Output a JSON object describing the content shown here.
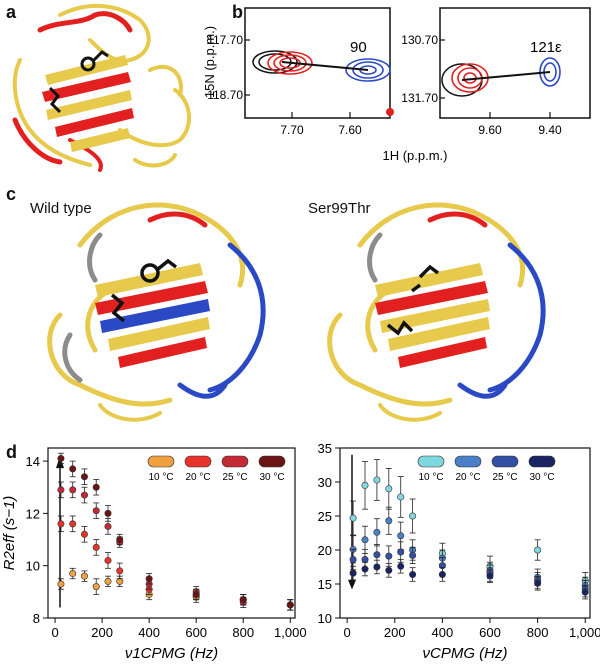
{
  "panels": {
    "a": "a",
    "b": "b",
    "c": "c",
    "d": "d"
  },
  "panel_c": {
    "left_title": "Wild type",
    "right_title": "Ser99Thr"
  },
  "panel_b": {
    "ylabel": "15N (p.p.m.)",
    "xlabel": "1H (p.p.m.)",
    "left": {
      "residue": "90",
      "xticks": [
        "7.70",
        "7.60"
      ],
      "yticks": [
        "117.70",
        "118.70"
      ]
    },
    "right": {
      "residue": "121ε",
      "xticks": [
        "9.60",
        "9.40"
      ],
      "yticks": [
        "130.70",
        "131.70"
      ]
    }
  },
  "colors": {
    "black": "#111111",
    "red": "#e32020",
    "blue": "#2b49c4",
    "gold": "#e7c94c",
    "gray": "#8c8c8c",
    "darkblue": "#2a3a8f"
  },
  "chart_data": [
    {
      "type": "scatter",
      "title": "",
      "xlabel": "ν1CPMG (Hz)",
      "ylabel": "R2eff (s−1)",
      "xlim": [
        -30,
        1020
      ],
      "ylim": [
        8,
        14.5
      ],
      "xticks": [
        0,
        200,
        400,
        600,
        800,
        1000
      ],
      "xticklabels": [
        "0",
        "200",
        "400",
        "600",
        "800",
        "1,000"
      ],
      "yticks": [
        8,
        10,
        12,
        14
      ],
      "legend_position": "top-right",
      "series": [
        {
          "name": "10 °C",
          "color": "#f0a040",
          "x": [
            25,
            75,
            125,
            175,
            225,
            275,
            400,
            600,
            800,
            1000
          ],
          "y": [
            9.3,
            9.7,
            9.6,
            9.2,
            9.4,
            9.4,
            8.9,
            8.8,
            8.7,
            8.5
          ],
          "err": [
            0.2,
            0.2,
            0.2,
            0.3,
            0.2,
            0.2,
            0.2,
            0.2,
            0.2,
            0.2
          ]
        },
        {
          "name": "20 °C",
          "color": "#e8332a",
          "x": [
            25,
            75,
            125,
            175,
            225,
            275,
            400,
            600,
            800,
            1000
          ],
          "y": [
            11.6,
            11.6,
            11.2,
            10.7,
            10.2,
            9.8,
            9.1,
            8.9,
            8.7,
            8.5
          ],
          "err": [
            0.3,
            0.3,
            0.3,
            0.3,
            0.3,
            0.3,
            0.2,
            0.2,
            0.2,
            0.2
          ]
        },
        {
          "name": "25 °C",
          "color": "#c42a36",
          "x": [
            25,
            75,
            125,
            175,
            225,
            275,
            400,
            600,
            800,
            1000
          ],
          "y": [
            12.9,
            12.9,
            12.7,
            12.1,
            11.5,
            10.9,
            9.3,
            9.0,
            8.6,
            8.5
          ],
          "err": [
            0.3,
            0.3,
            0.3,
            0.3,
            0.3,
            0.2,
            0.2,
            0.2,
            0.2,
            0.2
          ]
        },
        {
          "name": "30 °C",
          "color": "#6b1416",
          "x": [
            25,
            75,
            125,
            175,
            225,
            275,
            400,
            600,
            800,
            1000
          ],
          "y": [
            14.1,
            13.7,
            13.4,
            13.0,
            12.0,
            11.0,
            9.5,
            8.9,
            8.7,
            8.5
          ],
          "err": [
            0.2,
            0.3,
            0.3,
            0.3,
            0.3,
            0.2,
            0.2,
            0.2,
            0.2,
            0.2
          ]
        }
      ]
    },
    {
      "type": "scatter",
      "title": "",
      "xlabel": "νCPMG (Hz)",
      "ylabel": "",
      "xlim": [
        -30,
        1020
      ],
      "ylim": [
        10,
        35
      ],
      "xticks": [
        0,
        200,
        400,
        600,
        800,
        1000
      ],
      "xticklabels": [
        "0",
        "200",
        "400",
        "600",
        "800",
        "1,000"
      ],
      "yticks": [
        10,
        15,
        20,
        25,
        30,
        35
      ],
      "legend_position": "top-right",
      "series": [
        {
          "name": "10 °C",
          "color": "#7fd8e0",
          "x": [
            25,
            75,
            125,
            175,
            225,
            275,
            400,
            600,
            800,
            1000
          ],
          "y": [
            24.7,
            29.5,
            30.3,
            29.0,
            27.8,
            25.0,
            19.5,
            17.6,
            20.0,
            15.5
          ],
          "err": [
            2.5,
            3.5,
            3.0,
            3.0,
            3.0,
            2.5,
            1.5,
            1.5,
            1.5,
            1.2
          ]
        },
        {
          "name": "20 °C",
          "color": "#4b7fc8",
          "x": [
            25,
            75,
            125,
            175,
            225,
            275,
            400,
            600,
            800,
            1000
          ],
          "y": [
            20.1,
            21.5,
            22.6,
            24.3,
            22.1,
            20.0,
            18.8,
            17.0,
            16.0,
            14.8
          ],
          "err": [
            2.0,
            2.0,
            2.0,
            2.0,
            2.0,
            1.5,
            1.2,
            1.2,
            1.2,
            1.2
          ]
        },
        {
          "name": "25 °C",
          "color": "#3350a6",
          "x": [
            25,
            75,
            125,
            175,
            225,
            275,
            400,
            600,
            800,
            1000
          ],
          "y": [
            18.6,
            18.6,
            19.3,
            19.1,
            19.7,
            19.2,
            17.7,
            16.6,
            15.5,
            14.3
          ],
          "err": [
            1.5,
            1.5,
            1.5,
            1.5,
            1.5,
            1.2,
            1.2,
            1.2,
            1.2,
            1.2
          ]
        },
        {
          "name": "30 °C",
          "color": "#1b2462",
          "x": [
            25,
            75,
            125,
            175,
            225,
            275,
            400,
            600,
            800,
            1000
          ],
          "y": [
            16.6,
            17.2,
            17.5,
            17.0,
            17.6,
            16.4,
            16.4,
            16.2,
            15.1,
            13.8
          ],
          "err": [
            1.0,
            1.0,
            1.0,
            1.0,
            1.0,
            1.0,
            1.0,
            1.0,
            1.0,
            1.0
          ]
        }
      ]
    }
  ]
}
